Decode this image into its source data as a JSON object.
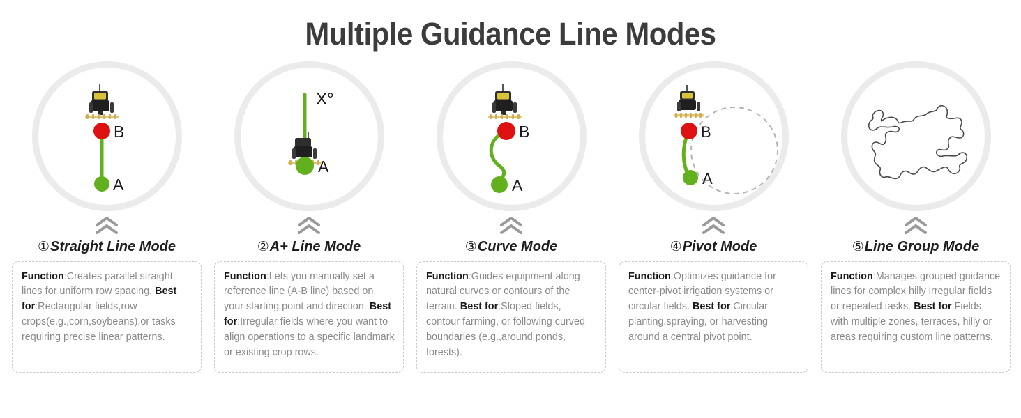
{
  "page": {
    "title": "Multiple Guidance Line Modes",
    "background": "#ffffff",
    "title_color": "#3c3c3c"
  },
  "colors": {
    "ring": "#ebebeb",
    "point_a_green": "#62b01e",
    "point_b_red": "#dd1111",
    "guidance_line": "#62b01e",
    "chevron": "#9a9a9a",
    "dashed_circle": "#b4b4b4",
    "field_outline": "#4a4a4a",
    "tractor_body": "#2b2b2b",
    "tractor_implement": "#e0c070",
    "desc_border": "#c9c9c9",
    "desc_text": "#8a8a8a",
    "label_text": "#1a1a1a"
  },
  "panels": [
    {
      "number": "①",
      "label": "Straight Line Mode",
      "icon_name": "straight-line-diagram",
      "markers": [
        {
          "id": "B",
          "color": "#dd1111"
        },
        {
          "id": "A",
          "color": "#62b01e"
        }
      ],
      "function_label": "Function",
      "function_text": ":Creates parallel straight lines for uniform row spacing.",
      "bestfor_label": "Best for",
      "bestfor_text": ":Rectangular fields,row crops(e.g.,corn,soybeans),or tasks requiring precise linear patterns."
    },
    {
      "number": "②",
      "label": "A+ Line Mode",
      "icon_name": "a-plus-line-diagram",
      "angle_label": "X°",
      "markers": [
        {
          "id": "A",
          "color": "#62b01e"
        }
      ],
      "function_label": "Function",
      "function_text": ":Lets you manually set a reference line (A-B line) based on your starting point and direction.",
      "bestfor_label": "Best for",
      "bestfor_text": ":Irregular fields where you want to align operations to a specific landmark or existing crop rows."
    },
    {
      "number": "③",
      "label": "Curve Mode",
      "icon_name": "curve-line-diagram",
      "markers": [
        {
          "id": "B",
          "color": "#dd1111"
        },
        {
          "id": "A",
          "color": "#62b01e"
        }
      ],
      "function_label": "Function",
      "function_text": ":Guides equipment along natural curves or contours of the terrain.",
      "bestfor_label": "Best for",
      "bestfor_text": ":Sloped fields, contour farming, or following curved boundaries (e.g.,around ponds, forests)."
    },
    {
      "number": "④",
      "label": "Pivot Mode",
      "icon_name": "pivot-circle-diagram",
      "markers": [
        {
          "id": "B",
          "color": "#dd1111"
        },
        {
          "id": "A",
          "color": "#62b01e"
        }
      ],
      "function_label": "Function",
      "function_text": ":Optimizes guidance for center-pivot irrigation systems or circular fields.",
      "bestfor_label": "Best for",
      "bestfor_text": ":Circular planting,spraying, or harvesting around a central pivot point."
    },
    {
      "number": "⑤",
      "label": "Line Group Mode",
      "icon_name": "field-outline-diagram",
      "markers": [],
      "function_label": "Function",
      "function_text": ":Manages grouped guidance lines for complex hilly irregular fields or repeated tasks.",
      "bestfor_label": "Best for",
      "bestfor_text": ":Fields with multiple zones, terraces, hilly or areas requiring custom line patterns."
    }
  ]
}
